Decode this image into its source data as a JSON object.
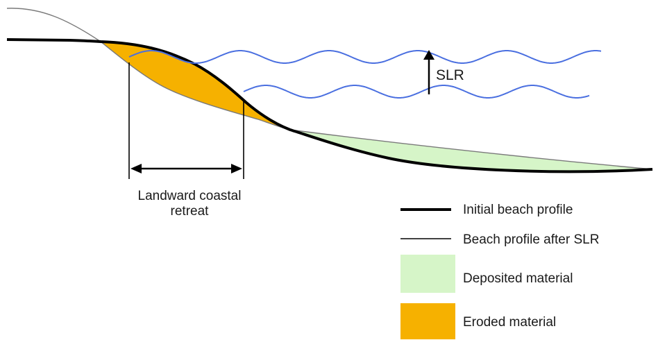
{
  "annotations": {
    "slr": "SLR",
    "retreat_line1": "Landward coastal",
    "retreat_line2": "retreat"
  },
  "legend": {
    "initial_profile": "Initial beach profile",
    "after_slr_profile": "Beach profile after SLR",
    "deposited": "Deposited material",
    "eroded": "Eroded material"
  },
  "colors": {
    "eroded": "#f6b100",
    "deposited": "#d6f5c8",
    "water": "#4a6fe0",
    "profile": "#000000",
    "profile_after": "#7a7a7a"
  }
}
